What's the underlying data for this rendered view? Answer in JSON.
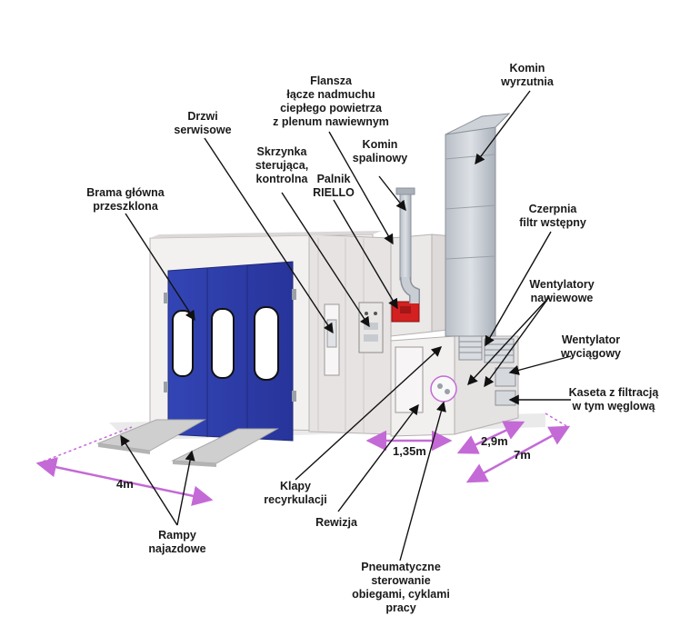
{
  "labels": {
    "flansza": [
      "Flansza",
      "łącze nadmuchu",
      "ciepłego powietrza",
      "z plenum nawiewnym"
    ],
    "komin_wyrzutnia": [
      "Komin",
      "wyrzutnia"
    ],
    "drzwi_serwisowe": [
      "Drzwi",
      "serwisowe"
    ],
    "skrzynka": [
      "Skrzynka",
      "sterująca,",
      "kontrolna"
    ],
    "komin_spalinowy": [
      "Komin",
      "spalinowy"
    ],
    "palnik": [
      "Palnik",
      "RIELLO"
    ],
    "brama": [
      "Brama główna",
      "przeszklona"
    ],
    "czerpnia": [
      "Czerpnia",
      "filtr wstępny"
    ],
    "wentylatory_nawiewowe": [
      "Wentylatory",
      "nawiewowe"
    ],
    "wentylator_wyciagowy": [
      "Wentylator",
      "wyciągowy"
    ],
    "kaseta": [
      "Kaseta z filtracją",
      "w tym węglową"
    ],
    "klapy": [
      "Klapy",
      "recyrkulacji"
    ],
    "rewizja": [
      "Rewizja"
    ],
    "rampy": [
      "Rampy",
      "najazdowe"
    ],
    "pneumatyczne": [
      "Pneumatyczne",
      "sterowanie",
      "obiegami, cyklami",
      "pracy"
    ]
  },
  "dimensions": {
    "length": "4m",
    "annex_width": "1,35m",
    "depth": "2,9m",
    "total": "7m"
  },
  "colors": {
    "door_blue": "#2f3ea8",
    "dimension_line": "#c46ad6",
    "burner_red": "#d32020",
    "panel": "#f1eeee",
    "metal": "#c9ced4"
  }
}
